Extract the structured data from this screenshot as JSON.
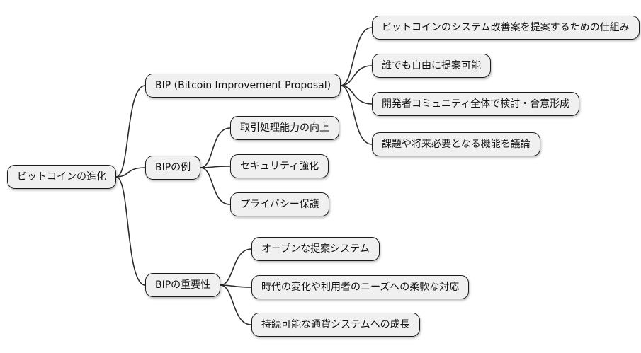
{
  "diagram": {
    "type": "mindmap",
    "colors": {
      "background": "#ffffff",
      "node_fill": "#f0f0f0",
      "node_border": "#1a1a1a",
      "connector": "#2b2b2b"
    },
    "root": {
      "label": "ビットコインの進化"
    },
    "branches": [
      {
        "label": "BIP (Bitcoin Improvement Proposal)",
        "children": [
          {
            "label": "ビットコインのシステム改善案を提案するための仕組み"
          },
          {
            "label": "誰でも自由に提案可能"
          },
          {
            "label": "開発者コミュニティ全体で検討・合意形成"
          },
          {
            "label": "課題や将来必要となる機能を議論"
          }
        ]
      },
      {
        "label": "BIPの例",
        "children": [
          {
            "label": "取引処理能力の向上"
          },
          {
            "label": "セキュリティ強化"
          },
          {
            "label": "プライバシー保護"
          }
        ]
      },
      {
        "label": "BIPの重要性",
        "children": [
          {
            "label": "オープンな提案システム"
          },
          {
            "label": "時代の変化や利用者のニーズへの柔軟な対応"
          },
          {
            "label": "持続可能な通貨システムへの成長"
          }
        ]
      }
    ]
  }
}
